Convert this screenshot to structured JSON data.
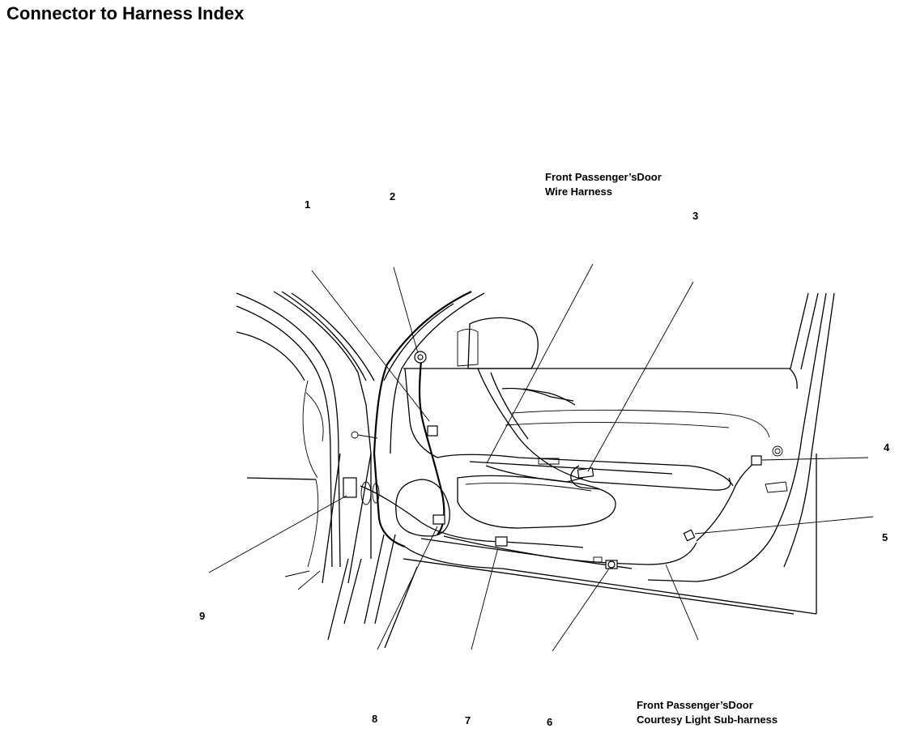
{
  "title": "Connector to Harness Index",
  "callouts": [
    "1",
    "2",
    "3",
    "4",
    "5",
    "6",
    "7",
    "8",
    "9"
  ],
  "harness_labels": {
    "door_wire": {
      "line1": "Front Passenger’sDoor",
      "line2": "Wire Harness"
    },
    "courtesy_light": {
      "line1": "Front Passenger’sDoor",
      "line2": "Courtesy Light Sub-harness"
    }
  }
}
